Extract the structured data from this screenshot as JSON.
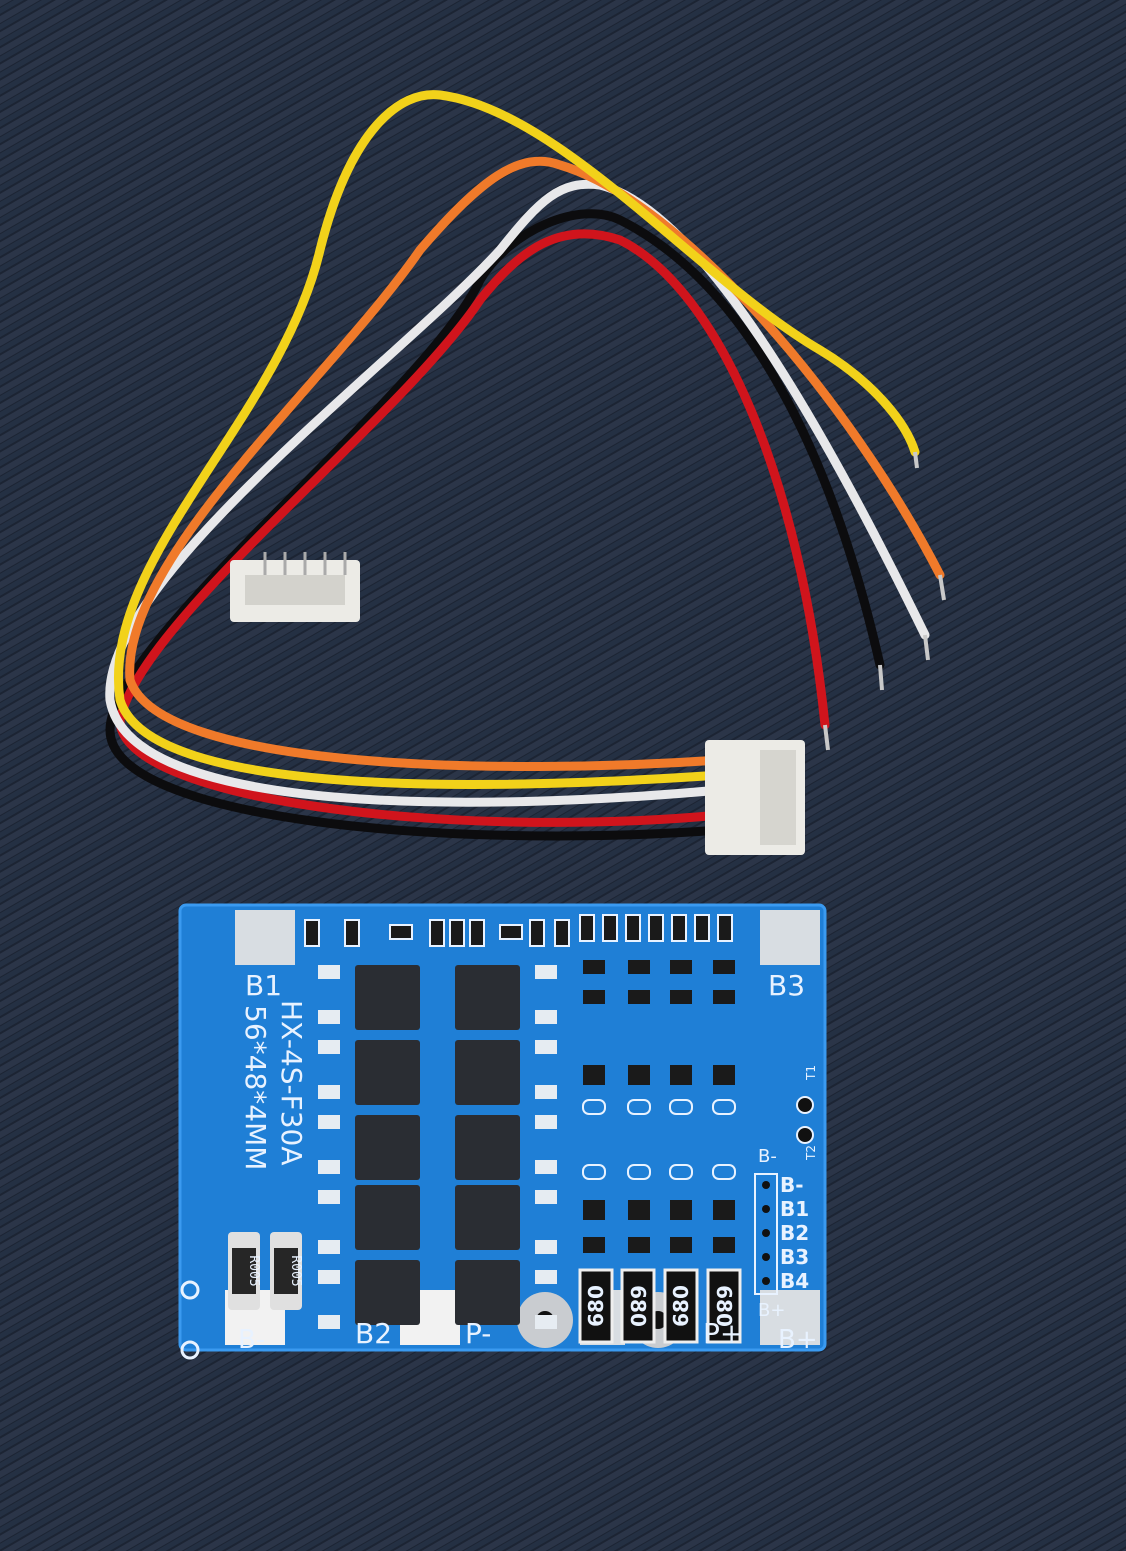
{
  "scene": {
    "background_color": "#1c2433",
    "board_color": "#1f7fd6",
    "wire_colors": {
      "yellow": "#f2d21a",
      "orange": "#f07a2a",
      "white": "#e8e8ea",
      "black": "#0c0c0e",
      "red": "#d0141c"
    }
  },
  "board": {
    "model": "HX-4S-F30A",
    "dimensions": "56*48*4MM",
    "pad_labels": {
      "b1": "B1",
      "b3": "B3",
      "b_minus": "B-",
      "b2": "B2",
      "p_minus": "P-",
      "p_plus": "P+",
      "b_plus": "B+"
    },
    "header_labels": [
      "B-",
      "B1",
      "B2",
      "B3",
      "B4"
    ],
    "side_labels": {
      "b_minus": "B-",
      "b_plus": "B+",
      "t1": "T1",
      "t2": "T2"
    },
    "shunt_resistors": [
      "R005",
      "R005"
    ],
    "balance_resistors": [
      "680",
      "680",
      "680",
      "680"
    ]
  }
}
